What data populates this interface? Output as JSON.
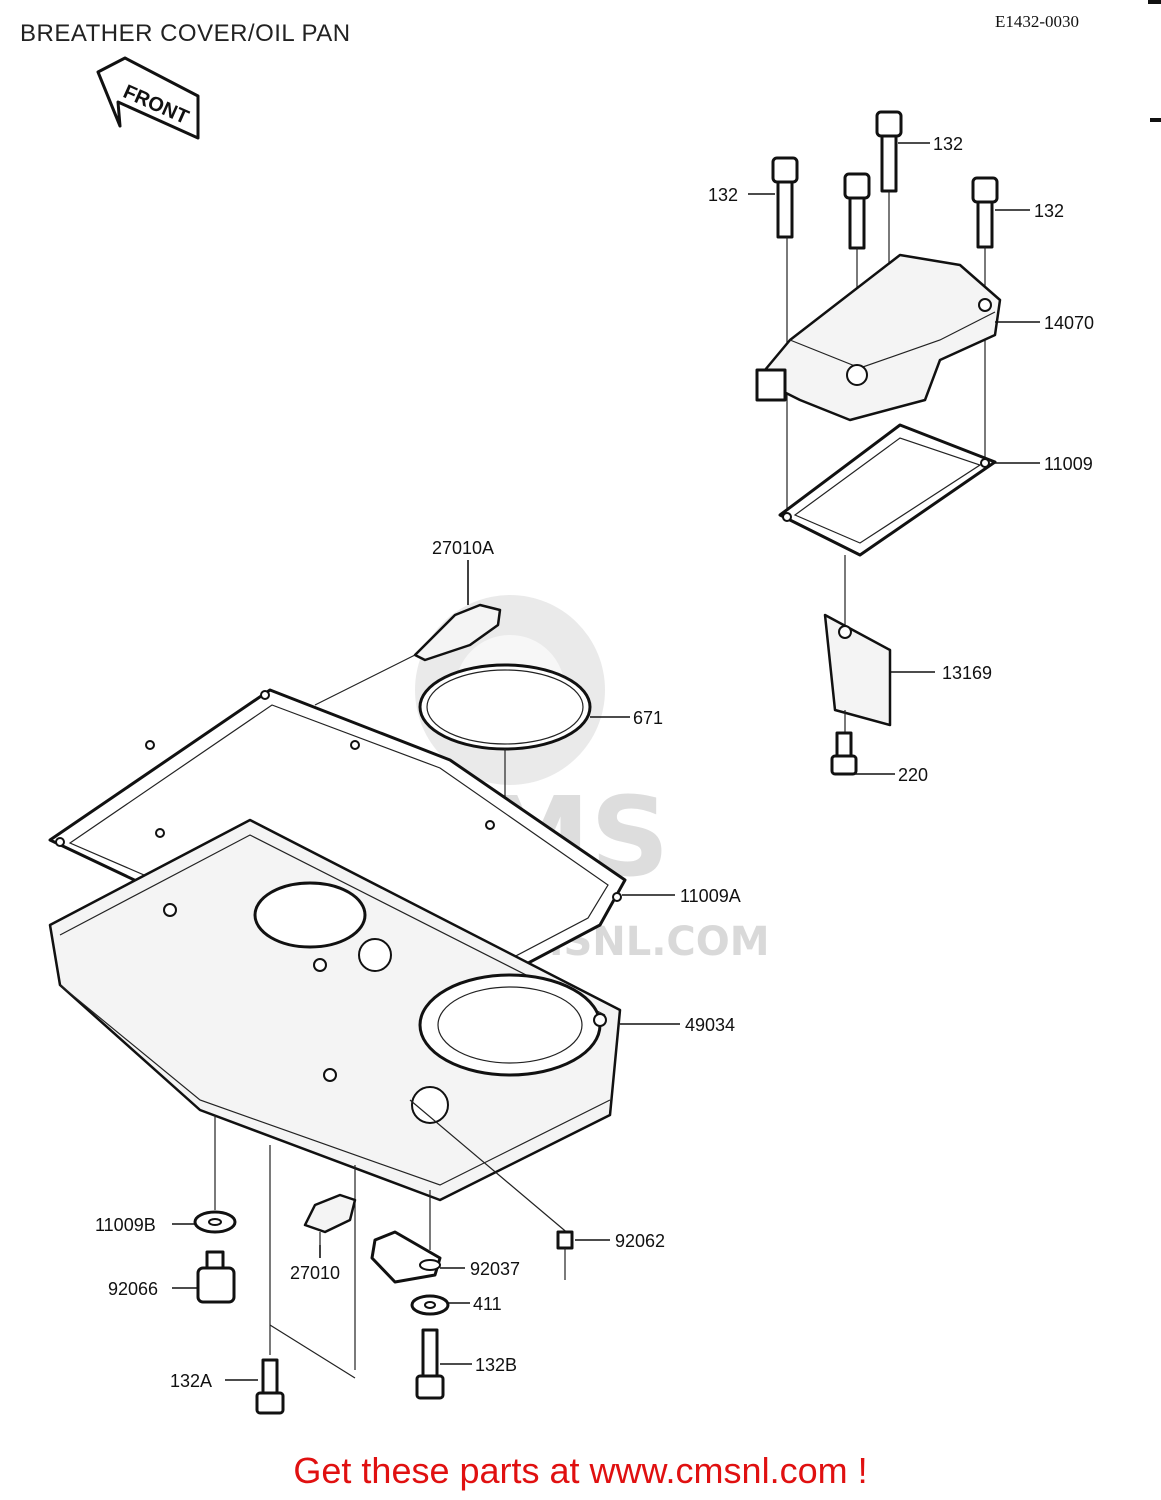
{
  "title": "BREATHER COVER/OIL PAN",
  "diagram_code": "E1432-0030",
  "front_label": "FRONT",
  "watermark": {
    "brand": "CMS",
    "url": "WWW.CMSNL.COM"
  },
  "footer": "Get these parts at www.cmsnl.com !",
  "part_labels": {
    "p132_top": "132",
    "p132_left": "132",
    "p132_right": "132",
    "p14070": "14070",
    "p11009": "11009",
    "p27010A": "27010A",
    "p671": "671",
    "p13169": "13169",
    "p220": "220",
    "p11009A": "11009A",
    "p49034": "49034",
    "p11009B": "11009B",
    "p92066": "92066",
    "p27010": "27010",
    "p92062": "92062",
    "p92037": "92037",
    "p411": "411",
    "p132A": "132A",
    "p132B": "132B"
  }
}
